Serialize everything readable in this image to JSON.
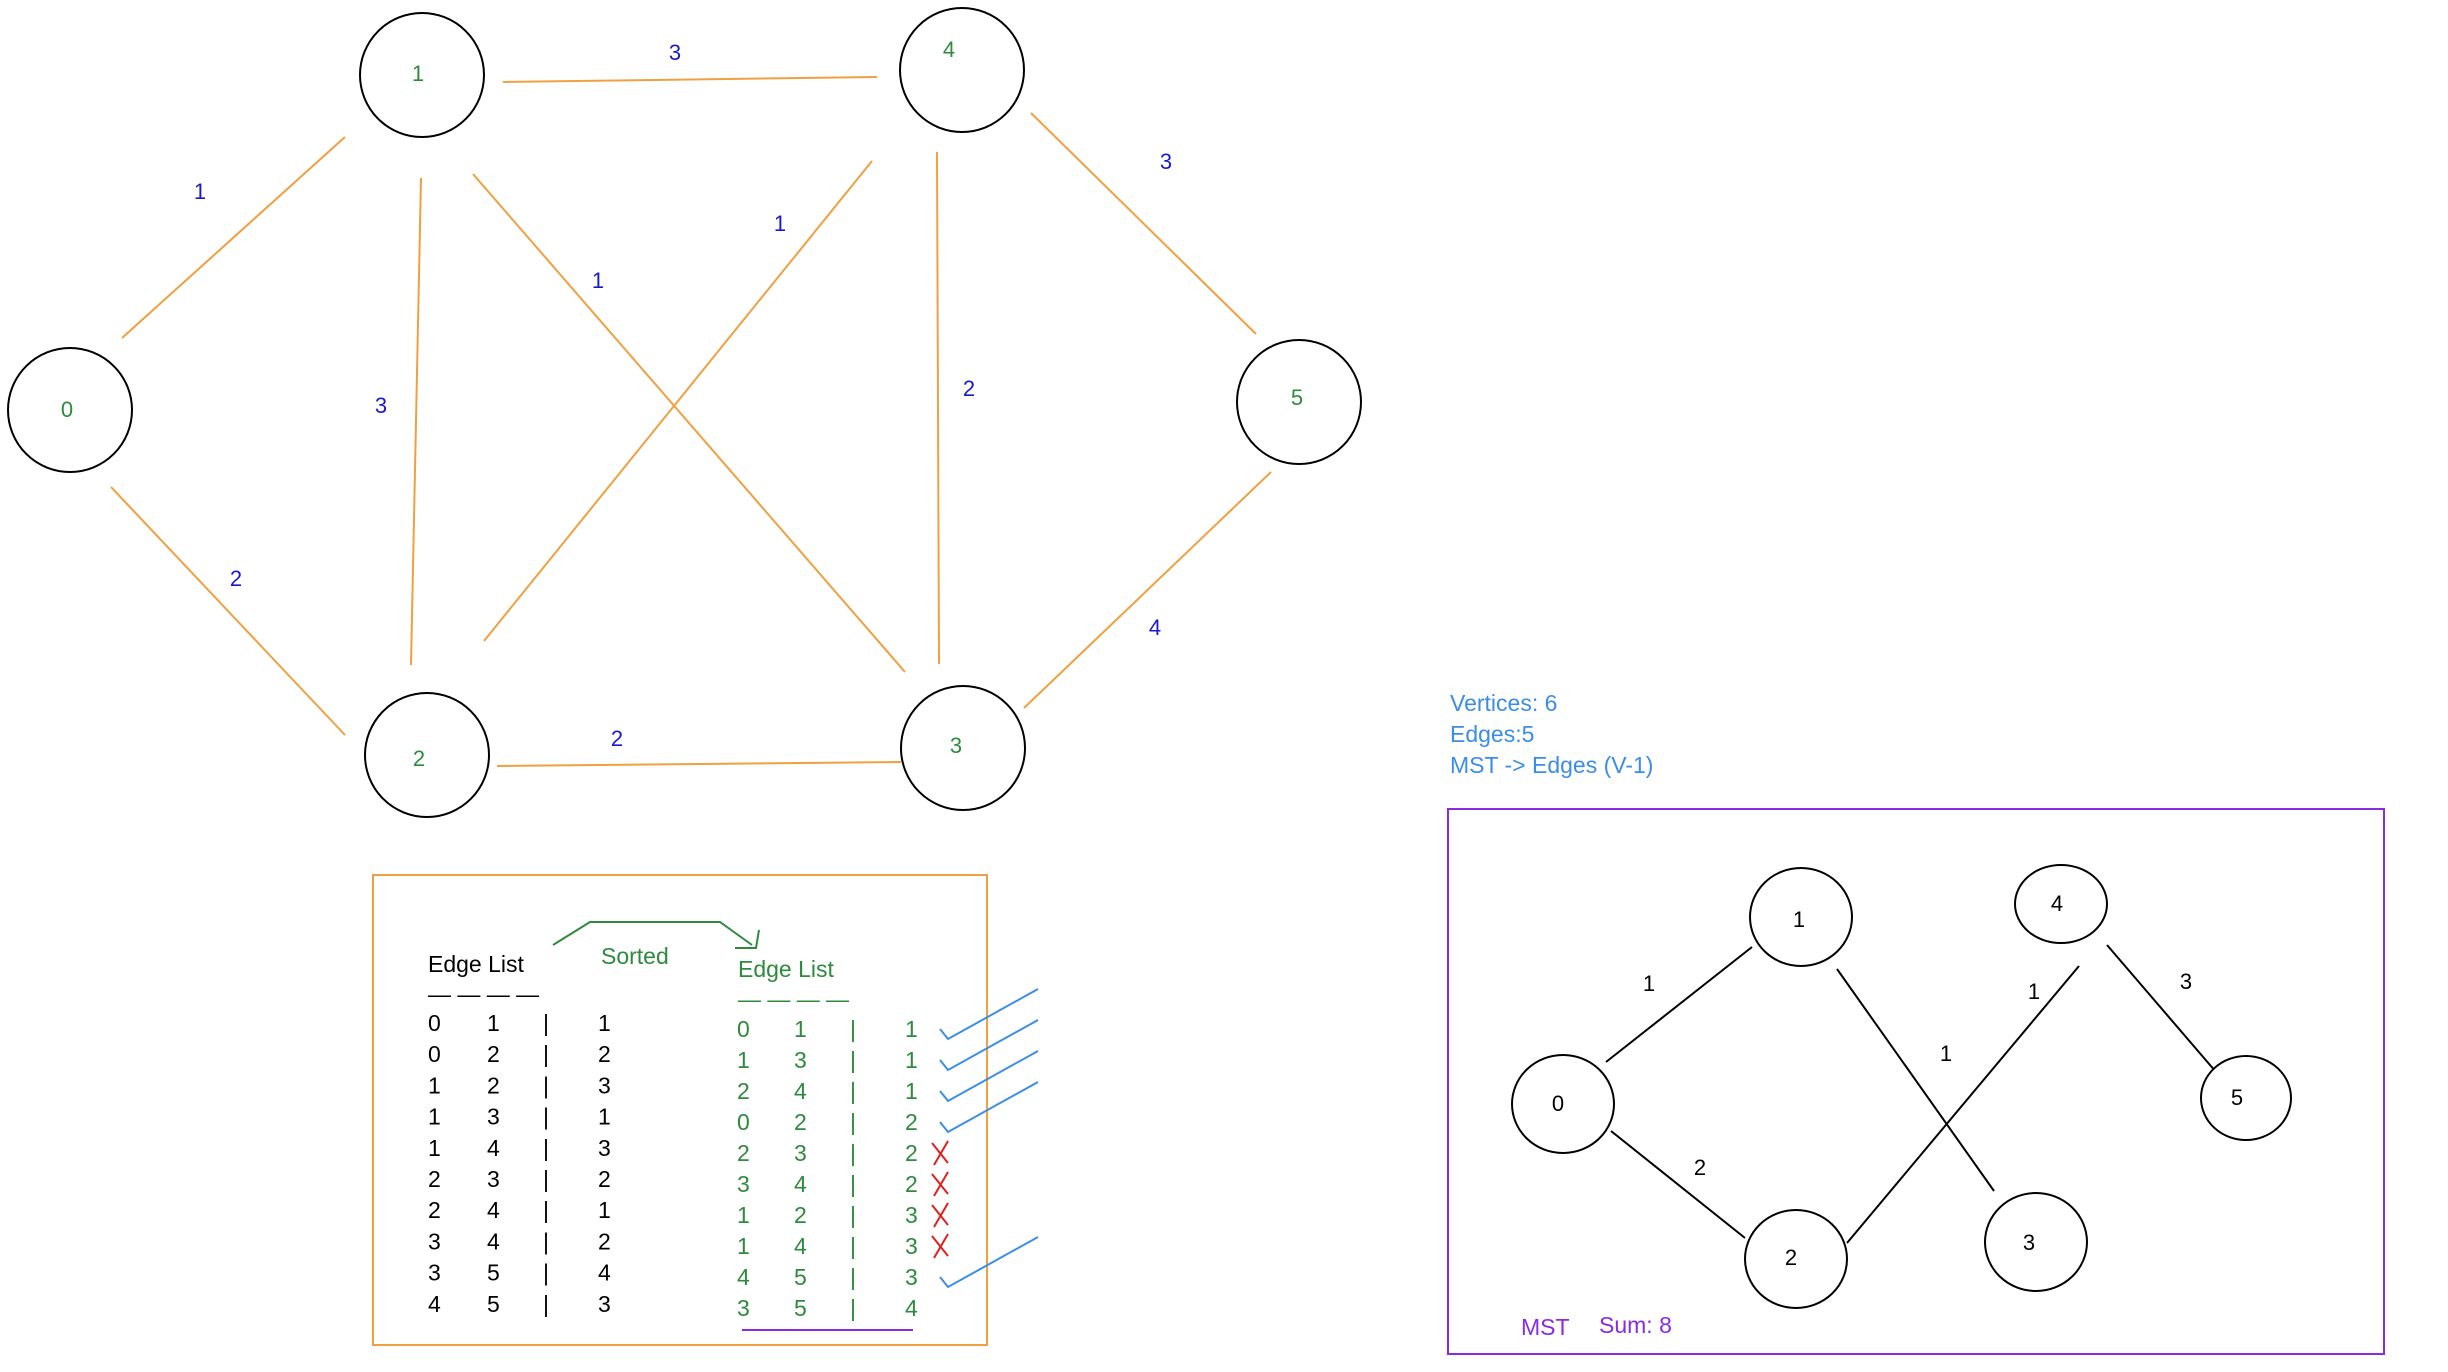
{
  "graph": {
    "nodes": [
      "0",
      "1",
      "2",
      "3",
      "4",
      "5"
    ],
    "edges": [
      {
        "u": "0",
        "v": "1",
        "w": "1"
      },
      {
        "u": "0",
        "v": "2",
        "w": "2"
      },
      {
        "u": "1",
        "v": "2",
        "w": "3"
      },
      {
        "u": "1",
        "v": "3",
        "w": "1"
      },
      {
        "u": "1",
        "v": "4",
        "w": "3"
      },
      {
        "u": "2",
        "v": "3",
        "w": "2"
      },
      {
        "u": "2",
        "v": "4",
        "w": "1"
      },
      {
        "u": "3",
        "v": "4",
        "w": "2"
      },
      {
        "u": "3",
        "v": "5",
        "w": "4"
      },
      {
        "u": "4",
        "v": "5",
        "w": "3"
      }
    ]
  },
  "edge_list": {
    "title": "Edge List",
    "dash": "— — — —",
    "sep": "|",
    "rows": [
      [
        "0",
        "1",
        "1"
      ],
      [
        "0",
        "2",
        "2"
      ],
      [
        "1",
        "2",
        "3"
      ],
      [
        "1",
        "3",
        "1"
      ],
      [
        "1",
        "4",
        "3"
      ],
      [
        "2",
        "3",
        "2"
      ],
      [
        "2",
        "4",
        "1"
      ],
      [
        "3",
        "4",
        "2"
      ],
      [
        "3",
        "5",
        "4"
      ],
      [
        "4",
        "5",
        "3"
      ]
    ]
  },
  "sorted_label": "Sorted",
  "sorted_list": {
    "title": "Edge List",
    "dash": "— — — —",
    "sep": "|",
    "rows": [
      [
        "0",
        "1",
        "1"
      ],
      [
        "1",
        "3",
        "1"
      ],
      [
        "2",
        "4",
        "1"
      ],
      [
        "0",
        "2",
        "2"
      ],
      [
        "2",
        "3",
        "2"
      ],
      [
        "3",
        "4",
        "2"
      ],
      [
        "1",
        "2",
        "3"
      ],
      [
        "1",
        "4",
        "3"
      ],
      [
        "4",
        "5",
        "3"
      ],
      [
        "3",
        "5",
        "4"
      ]
    ],
    "marks": [
      "check",
      "check",
      "check",
      "check",
      "cross",
      "cross",
      "cross",
      "cross",
      "check",
      "none"
    ]
  },
  "info": {
    "vertices": "Vertices: 6",
    "edges": "Edges:5",
    "rule": "MST -> Edges (V-1)"
  },
  "mst": {
    "nodes": [
      "0",
      "1",
      "2",
      "3",
      "4",
      "5"
    ],
    "edges": [
      {
        "u": "0",
        "v": "1",
        "w": "1"
      },
      {
        "u": "0",
        "v": "2",
        "w": "2"
      },
      {
        "u": "1",
        "v": "3",
        "w": "1"
      },
      {
        "u": "2",
        "v": "4",
        "w": "1"
      },
      {
        "u": "4",
        "v": "5",
        "w": "3"
      }
    ],
    "label": "MST",
    "sum": "Sum: 8"
  },
  "colors": {
    "edge": "#f0a040",
    "weight": "#1a1acc",
    "node_label": "#2e8b3d",
    "sorted": "#2e8b3d",
    "check": "#3b8ee6",
    "cross": "#e02020",
    "info": "#3b8ee6",
    "mst_frame": "#8a2be2",
    "table_frame": "#f0a040"
  }
}
